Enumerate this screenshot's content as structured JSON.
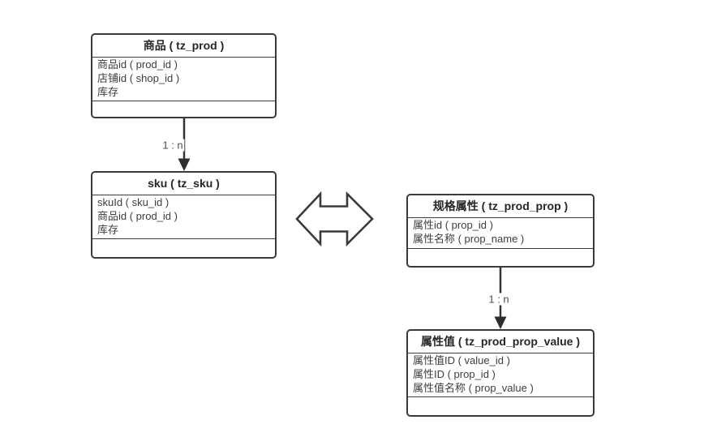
{
  "diagram": {
    "background": "#ffffff",
    "border_color": "#3a3a3a",
    "line_color": "#333333",
    "text_color": "#3d3d3d",
    "entities": [
      {
        "id": "prod",
        "title": "商品 ( tz_prod )",
        "rows": [
          "商品id ( prod_id )",
          "店铺id ( shop_id )",
          "库存"
        ]
      },
      {
        "id": "sku",
        "title": "sku ( tz_sku )",
        "rows": [
          "skuId ( sku_id )",
          "商品id ( prod_id )",
          "库存"
        ]
      },
      {
        "id": "prod_prop",
        "title": "规格属性 ( tz_prod_prop )",
        "rows": [
          "属性id ( prop_id )",
          "属性名称 ( prop_name )"
        ]
      },
      {
        "id": "prop_value",
        "title": "属性值 ( tz_prod_prop_value )",
        "rows": [
          "属性值ID ( value_id )",
          "属性ID ( prop_id )",
          "属性值名称 ( prop_value )"
        ]
      }
    ],
    "connectors": [
      {
        "type": "arrow",
        "from": "prod",
        "to": "sku",
        "label": "1 : n"
      },
      {
        "type": "arrow",
        "from": "prod_prop",
        "to": "prop_value",
        "label": "1 : n"
      },
      {
        "type": "double-arrow",
        "between": [
          "sku",
          "prod_prop"
        ],
        "label": ""
      }
    ]
  }
}
